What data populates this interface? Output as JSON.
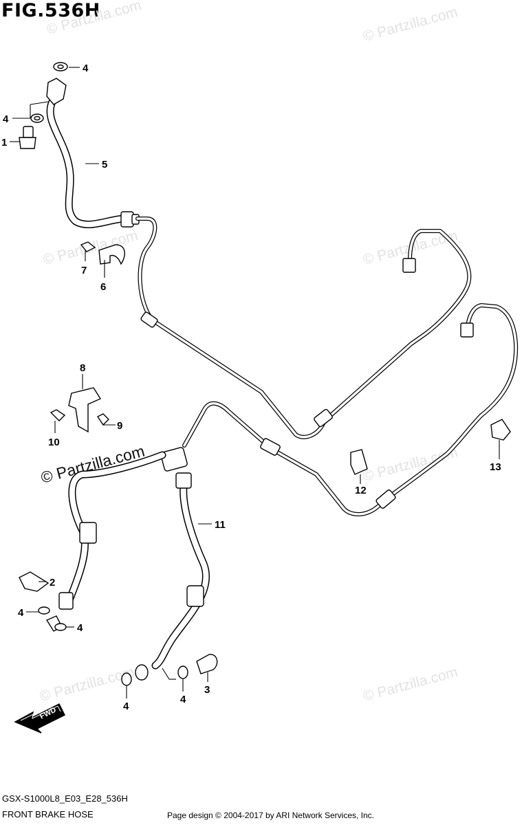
{
  "figure": {
    "title": "FIG.536H",
    "diagram_code": "GSX-S1000L8_E03_E28_536H",
    "name": "FRONT BRAKE HOSE"
  },
  "footer": {
    "credit": "Page design © 2004-2017 by ARI Network Services, Inc."
  },
  "watermark": "© Partzilla.com",
  "fwd_label": "FWD",
  "callouts": {
    "c4a": "4",
    "c4b": "4",
    "c1": "1",
    "c5": "5",
    "c7": "7",
    "c6": "6",
    "c8": "8",
    "c9": "9",
    "c10": "10",
    "c11": "11",
    "c2": "2",
    "c4c": "4",
    "c4d": "4",
    "c4e": "4",
    "c4f": "4",
    "c3": "3",
    "c12": "12",
    "c13": "13"
  }
}
